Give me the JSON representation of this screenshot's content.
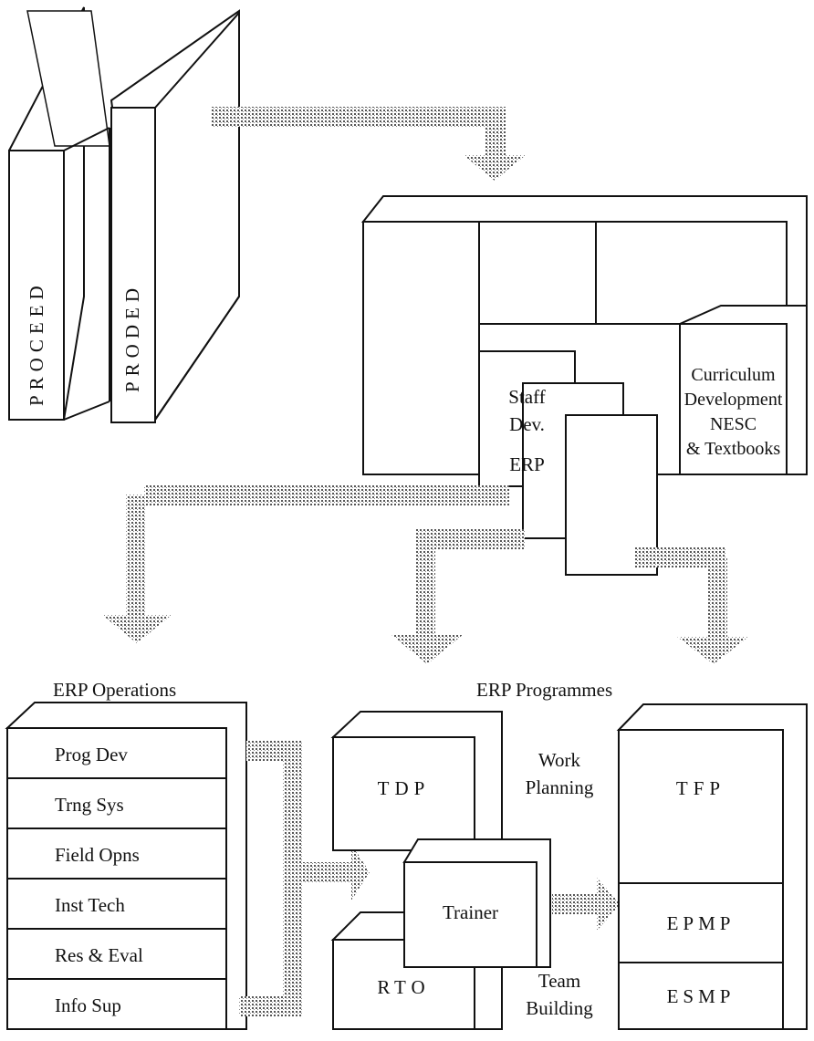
{
  "books": {
    "book1": "PROCEED",
    "book2": "PRODED"
  },
  "center_unit": {
    "staff_dev": [
      "Staff",
      "Dev.",
      "ERP"
    ],
    "curriculum": [
      "Curriculum",
      "Development",
      "NESC",
      "& Textbooks"
    ]
  },
  "operations": {
    "title": "ERP Operations",
    "items": [
      "Prog Dev",
      "Trng Sys",
      "Field Opns",
      "Inst Tech",
      "Res & Eval",
      "Info Sup"
    ]
  },
  "programmes": {
    "title": "ERP Programmes",
    "tdp": "TDP",
    "trainer": "Trainer",
    "rto": "RTO",
    "work_planning": [
      "Work",
      "Planning"
    ],
    "team_building": [
      "Team",
      "Building"
    ]
  },
  "right_stack": {
    "items": [
      "TFP",
      "EPMP",
      "ESMP"
    ]
  },
  "colors": {
    "ink": "#111111",
    "arrow_stipple": "#6a6a6a"
  }
}
